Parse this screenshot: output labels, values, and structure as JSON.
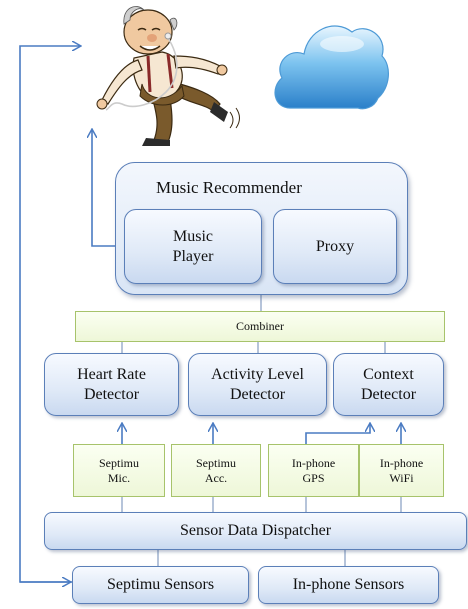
{
  "diagram": {
    "music_recommender": "Music Recommender",
    "music_player": "Music\nPlayer",
    "proxy": "Proxy",
    "combiner": "Combiner",
    "heart_rate_detector": "Heart Rate\nDetector",
    "activity_level_detector": "Activity Level\nDetector",
    "context_detector": "Context\nDetector",
    "septimu_mic": "Septimu\nMic.",
    "septimu_acc": "Septimu\nAcc.",
    "inphone_gps": "In-phone\nGPS",
    "inphone_wifi": "In-phone\nWiFi",
    "sensor_data_dispatcher": "Sensor Data Dispatcher",
    "septimu_sensors": "Septimu Sensors",
    "inphone_sensors": "In-phone Sensors"
  },
  "colors": {
    "accent_blue": "#4a7bc2",
    "box_border": "#5b7fb8",
    "green_fill": "#eef7d8",
    "green_border": "#a7c36b"
  },
  "icons": [
    "cloud-icon",
    "dancing-man-with-headphones-icon"
  ]
}
